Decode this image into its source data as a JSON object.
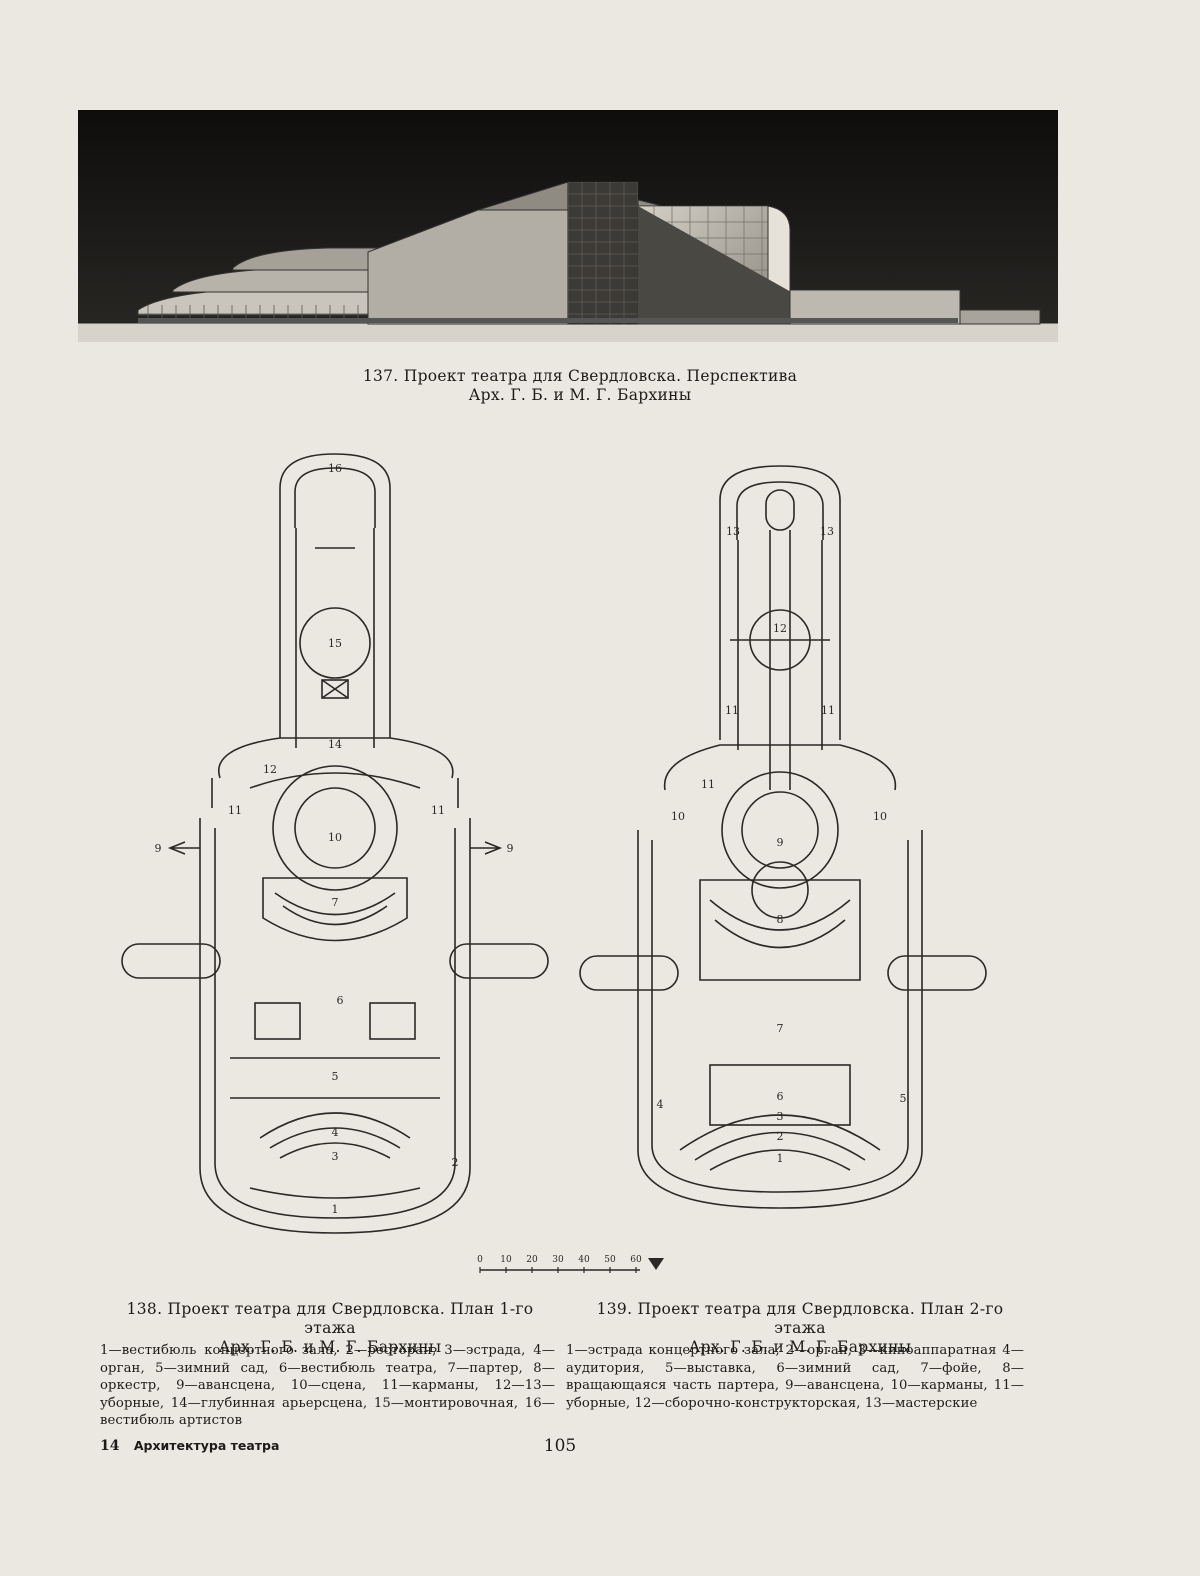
{
  "figure_137": {
    "caption_line1": "137. Проект театра для Свердловска. Перспектива",
    "caption_line2": "Арх. Г. Б. и М. Г. Бархины"
  },
  "figure_138": {
    "caption_line1": "138. Проект театра для Свердловска. План 1-го этажа",
    "caption_line2": "Арх. Г. Б. и М. Г. Бархины",
    "legend": "1—вестибюль концертного зала, 2—ресторан, 3—эстрада, 4—орган, 5—зимний сад, 6—вестибюль театра, 7—партер, 8—оркестр, 9—авансцена, 10—сцена, 11—карманы, 12—13—уборные, 14—глубинная арьерсцена, 15—монтировочная, 16—вестибюль артистов",
    "labels": [
      "16",
      "15",
      "14",
      "12",
      "11",
      "11",
      "10",
      "9",
      "9",
      "7",
      "6",
      "5",
      "4",
      "3",
      "2",
      "1"
    ]
  },
  "figure_139": {
    "caption_line1": "139. Проект театра для Свердловска. План 2-го этажа",
    "caption_line2": "Арх. Г. Б. и М. Г. Бархины",
    "legend": "1—эстрада концертного зала, 2—орган, 3—киноаппаратная 4—аудитория, 5—выставка, 6—зимний сад, 7—фойе, 8—вращающаяся часть партера, 9—авансцена, 10—карманы, 11—уборные, 12—сборочно-конструкторская, 13—мастерские",
    "labels": [
      "13",
      "13",
      "12",
      "11",
      "11",
      "11",
      "10",
      "10",
      "9",
      "8",
      "7",
      "6",
      "5",
      "4",
      "3",
      "2",
      "1"
    ]
  },
  "scale_bar": {
    "ticks": [
      "0",
      "10",
      "20",
      "30",
      "40",
      "50",
      "60"
    ]
  },
  "footer": {
    "sheet_number": "14",
    "book_title": "Архитектура театра",
    "page_number": "105"
  }
}
